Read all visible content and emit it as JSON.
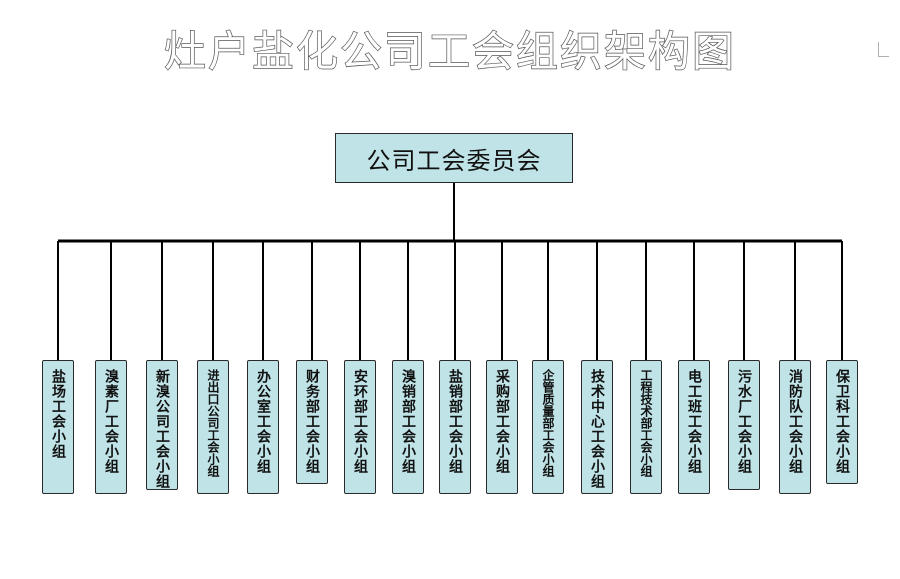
{
  "title": "灶户盐化公司工会组织架构图",
  "root": {
    "label": "公司工会委员会"
  },
  "groups": [
    {
      "label": "盐场工会小组"
    },
    {
      "label": "溴素厂工会小组"
    },
    {
      "label": "新溴公司工会小组"
    },
    {
      "label": "进出口公司工会小组"
    },
    {
      "label": "办公室工会小组"
    },
    {
      "label": "财务部工会小组"
    },
    {
      "label": "安环部工会小组"
    },
    {
      "label": "溴销部工会小组"
    },
    {
      "label": "盐销部工会小组"
    },
    {
      "label": "采购部工会小组"
    },
    {
      "label": "企管质量部工会小组"
    },
    {
      "label": "技术中心工会小组"
    },
    {
      "label": "工程技术部工会小组"
    },
    {
      "label": "电工班工会小组"
    },
    {
      "label": "污水厂工会小组"
    },
    {
      "label": "消防队工会小组"
    },
    {
      "label": "保卫科工会小组"
    }
  ],
  "colors": {
    "box_fill": "#bfe3e6",
    "line": "#000000"
  }
}
